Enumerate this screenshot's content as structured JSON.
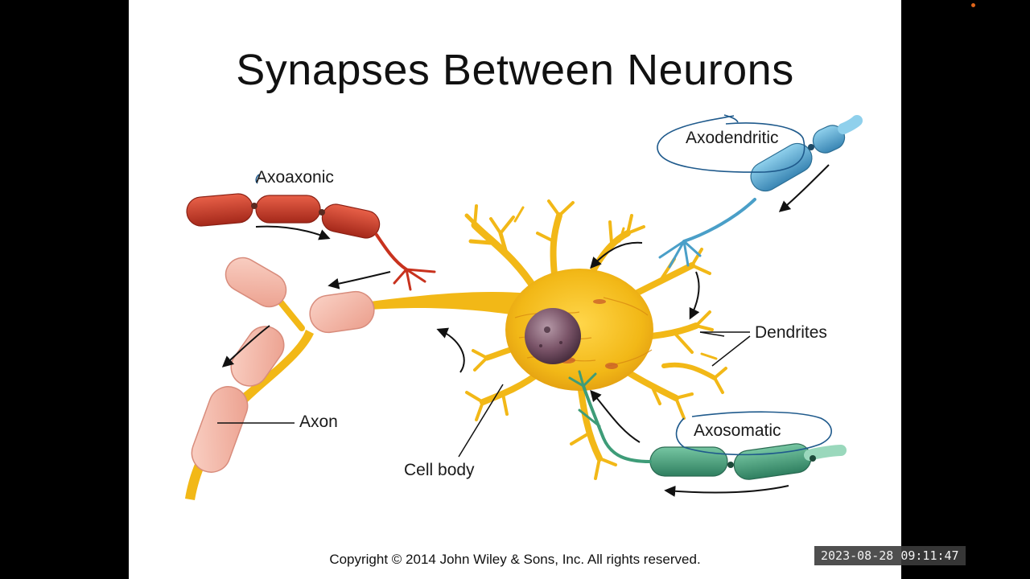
{
  "slide": {
    "title": "Synapses Between Neurons",
    "copyright": "Copyright © 2014 John Wiley & Sons, Inc. All rights reserved."
  },
  "labels": {
    "axoaxonic": "Axoaxonic",
    "axodendritic": "Axodendritic",
    "dendrites": "Dendrites",
    "axon": "Axon",
    "cell_body": "Cell body",
    "axosomatic": "Axosomatic"
  },
  "overlay": {
    "timestamp": "2023-08-28 09:11:47"
  },
  "colors": {
    "background": "#000000",
    "slide": "#ffffff",
    "neuron_yellow": "#f2b817",
    "red_axon": "#c8321e",
    "blue_axon": "#4a9fc8",
    "green_axon": "#3e9c78",
    "pink_myelin": "#f4b7a8",
    "annotation_ink": "#1f5a8c"
  }
}
